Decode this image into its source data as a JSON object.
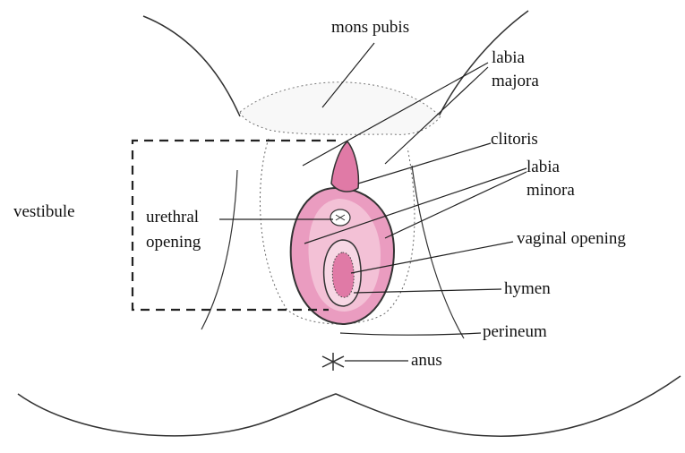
{
  "labels": {
    "mons_pubis": "mons pubis",
    "labia_majora_1": "labia",
    "labia_majora_2": "majora",
    "clitoris": "clitoris",
    "labia_minora_1": "labia",
    "labia_minora_2": "minora",
    "vestibule": "vestibule",
    "urethral_1": "urethral",
    "urethral_2": "opening",
    "vaginal_opening": "vaginal opening",
    "hymen": "hymen",
    "perineum": "perineum",
    "anus": "anus"
  },
  "colors": {
    "outline": "#333333",
    "pink_dark": "#e07aa6",
    "pink_light": "#f3c1d6",
    "pink_mid": "#ea9cc0",
    "leader": "#222222"
  }
}
